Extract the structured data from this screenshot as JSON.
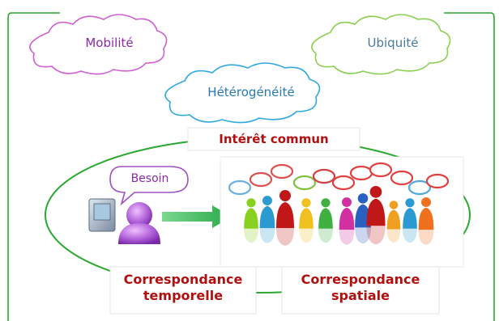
{
  "clouds": {
    "mobilite": {
      "label": "Mobilité",
      "color": "#d060d0",
      "text_color": "#8a2aa8"
    },
    "ubiquite": {
      "label": "Ubiquité",
      "color": "#8ad050",
      "text_color": "#4a7a9a"
    },
    "heterogeneite": {
      "label": "Hétérogénéité",
      "color": "#30a8e0",
      "text_color": "#2a7ab0"
    }
  },
  "interet_commun": "Intérêt commun",
  "besoin": "Besoin",
  "correspondance_temporelle": [
    "Correspondance",
    "temporelle"
  ],
  "correspondance_spatiale": [
    "Correspondance",
    "spatiale"
  ],
  "colors": {
    "frame": "#2aa830",
    "ellipse": "#2aa830",
    "label_red": "#b01010",
    "arrow": "#3cc060",
    "besoin_bubble": "#a050c0"
  }
}
